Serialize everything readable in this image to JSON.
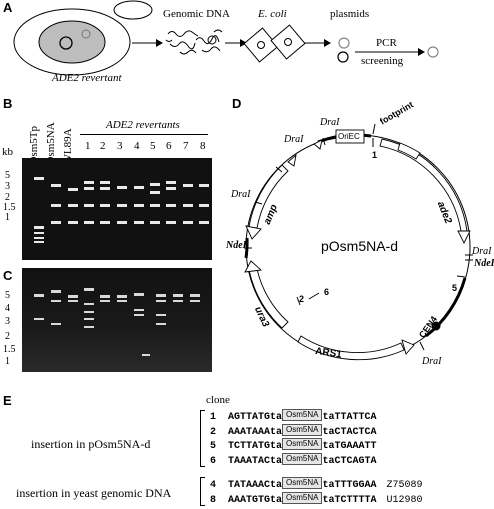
{
  "panelA": {
    "label": "A",
    "revertant": "ADE2 revertant",
    "genomic_dna": "Genomic DNA",
    "ecoli": "E. coli",
    "plasmids": "plasmids",
    "pcr": "PCR",
    "screening": "screening"
  },
  "panelB": {
    "label": "B",
    "kb": "kb",
    "lanes": [
      "pOsm5Tp",
      "pOsm5NA",
      "pWL89A"
    ],
    "revertants_title": "ADE2 revertants",
    "lane_numbers": [
      "1",
      "2",
      "3",
      "4",
      "5",
      "6",
      "7",
      "8"
    ],
    "markers": [
      "5",
      "3",
      "2",
      "1.5",
      "1"
    ]
  },
  "panelC": {
    "label": "C",
    "markers": [
      "5",
      "4",
      "3",
      "2",
      "1.5",
      "1"
    ]
  },
  "panelD": {
    "label": "D",
    "plasmid_name": "pOsm5NA-d",
    "features": {
      "oriec": "OriEC",
      "footprint": "footprint",
      "ade2": "ade2",
      "amp": "amp",
      "ura3": "ura3",
      "ars1": "ARS1",
      "cen4": "CEN4"
    },
    "sites": {
      "dra_top": "DraI",
      "dra_upper_left": "DraI",
      "dra_left": "DraI",
      "nde_left": "NdeI",
      "dra_right": "DraI",
      "nde_right": "NdeI",
      "dra_bottom": "DraI"
    },
    "insertions": [
      "1",
      "2",
      "5",
      "6"
    ]
  },
  "panelE": {
    "label": "E",
    "clone_header": "clone",
    "group1_label": "insertion in pOsm5NA-d",
    "group2_label": "insertion in yeast genomic DNA",
    "box_label": "Osm5NA",
    "group1": [
      {
        "clone": "1",
        "left": "AGTTATGta",
        "right": "taTTATTCA",
        "acc": ""
      },
      {
        "clone": "2",
        "left": "AAATAAAta",
        "right": "taCTACTCA",
        "acc": ""
      },
      {
        "clone": "5",
        "left": "TCTTATGta",
        "right": "taTGAAATT",
        "acc": ""
      },
      {
        "clone": "6",
        "left": "TAAATACta",
        "right": "taCTCAGTA",
        "acc": ""
      }
    ],
    "group2": [
      {
        "clone": "4",
        "left": "TATAAACta",
        "right": "taTTTGGAA",
        "acc": "Z75089"
      },
      {
        "clone": "8",
        "left": "AAATGTGta",
        "right": "taTCTTTTA",
        "acc": "U12980"
      }
    ]
  }
}
